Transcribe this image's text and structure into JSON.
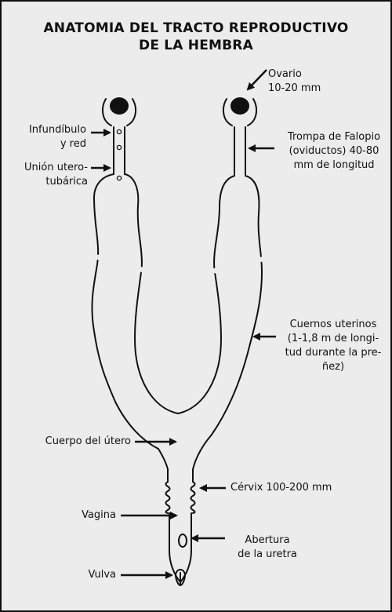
{
  "title": {
    "line1": "ANATOMIA DEL TRACTO REPRODUCTIVO",
    "line2": "DE LA HEMBRA"
  },
  "labels": {
    "ovario": {
      "line1": "Ovario",
      "line2": "10-20 mm"
    },
    "infundibulo": {
      "line1": "Infundíbulo",
      "line2": "y red"
    },
    "union": {
      "line1": "Unión utero-",
      "line2": "tubárica"
    },
    "trompa": {
      "line1": "Trompa de Falopio",
      "line2": "(oviductos) 40-80",
      "line3": "mm de longitud"
    },
    "cuernos": {
      "line1": "Cuernos uterinos",
      "line2": "(1-1,8 m de longi-",
      "line3": "tud durante la pre-",
      "line4": "ñez)"
    },
    "cuerpo": {
      "text": "Cuerpo del útero"
    },
    "cervix": {
      "text": "Cérvix 100-200 mm"
    },
    "vagina": {
      "text": "Vagina"
    },
    "abertura": {
      "line1": "Abertura",
      "line2": "de la uretra"
    },
    "vulva": {
      "text": "Vulva"
    }
  }
}
